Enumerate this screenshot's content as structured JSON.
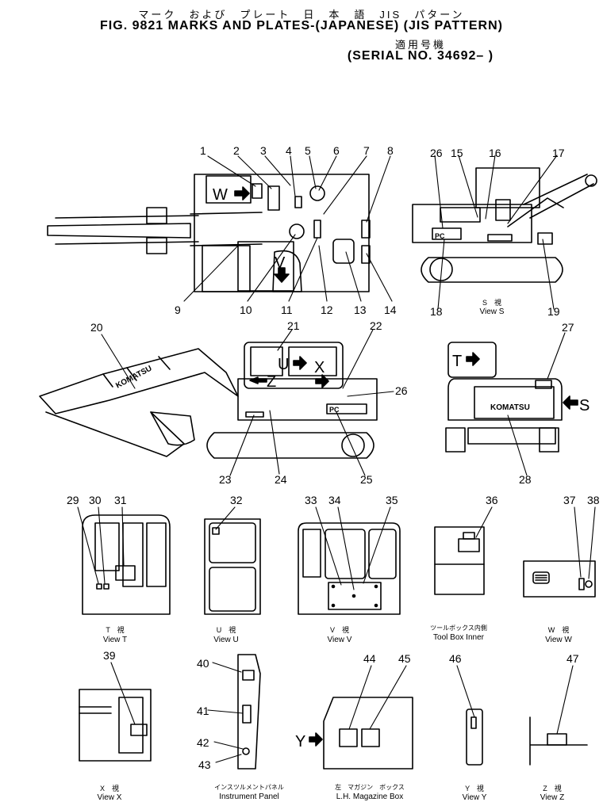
{
  "header": {
    "jp_title": "マーク　および　プレート　日　本　語　JIS　パターン",
    "title": "FIG. 9821  MARKS AND PLATES-(JAPANESE) (JIS PATTERN)",
    "jp_serial": "適用号機",
    "serial": "(SERIAL  NO. 34692– )"
  },
  "callouts": [
    "1",
    "2",
    "3",
    "4",
    "5",
    "6",
    "7",
    "8",
    "9",
    "10",
    "11",
    "12",
    "13",
    "14",
    "15",
    "16",
    "17",
    "18",
    "19",
    "20",
    "21",
    "22",
    "23",
    "24",
    "25",
    "26",
    "26",
    "27",
    "28",
    "29",
    "30",
    "31",
    "32",
    "33",
    "34",
    "35",
    "36",
    "37",
    "38",
    "39",
    "40",
    "41",
    "42",
    "43",
    "44",
    "45",
    "46",
    "47"
  ],
  "view_letters": [
    "W",
    "V",
    "U",
    "X",
    "Z",
    "T",
    "S",
    "Y"
  ],
  "plate_text": {
    "brand": "KOMATSU",
    "pc": "PC"
  },
  "views": [
    {
      "jp": "S　視",
      "en": "View S"
    },
    {
      "jp": "T　視",
      "en": "View T"
    },
    {
      "jp": "U　視",
      "en": "View U"
    },
    {
      "jp": "V　視",
      "en": "View V"
    },
    {
      "jp": "ツールボックス内側",
      "en": "Tool Box Inner"
    },
    {
      "jp": "W　視",
      "en": "View W"
    },
    {
      "jp": "X　視",
      "en": "View X"
    },
    {
      "jp": "インスツルメントパネル",
      "en": "Instrument Panel"
    },
    {
      "jp": "左　マガジン　ボックス",
      "en": "L.H. Magazine Box"
    },
    {
      "jp": "Y　視",
      "en": "View Y"
    },
    {
      "jp": "Z　視",
      "en": "View Z"
    }
  ]
}
